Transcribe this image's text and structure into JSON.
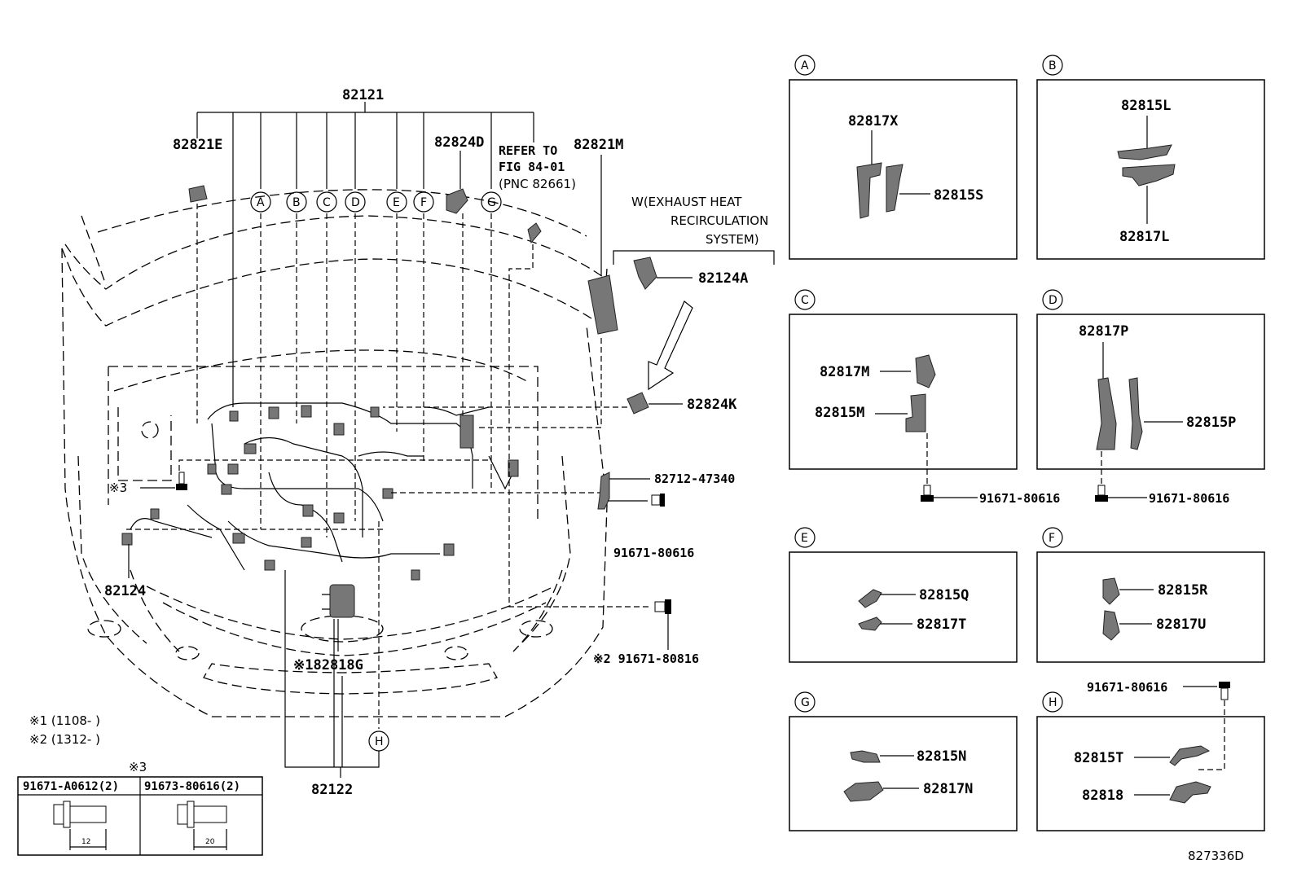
{
  "main": {
    "harness_82121": "82121",
    "harness_82122": "82122",
    "p_82821E": "82821E",
    "p_82824D": "82824D",
    "p_82821M": "82821M",
    "refer_line1": "REFER TO",
    "refer_line2": "FIG 84-01",
    "refer_line3": "(PNC 82661)",
    "w_line1": "W(EXHAUST HEAT",
    "w_line2": "RECIRCULATION",
    "w_line3": "SYSTEM)",
    "p_82124A": "82124A",
    "p_82824K": "82824K",
    "p_82712": "82712-47340",
    "p_91671_80616": "91671-80616",
    "p_91671_80816": "※2 91671-80816",
    "p_82124": "82124",
    "p_82818G": "※182818G",
    "mark3": "※3",
    "callouts": [
      "A",
      "B",
      "C",
      "D",
      "E",
      "F",
      "G",
      "H"
    ]
  },
  "notes": {
    "note1": "※1 (1108-      )",
    "note2": "※2 (1312-      )"
  },
  "bolt_table": {
    "title": "※3",
    "col1": "91671-A0612(2)",
    "col2": "91673-80616(2)",
    "dim1": "12",
    "dim2": "20"
  },
  "insets": {
    "A": {
      "label": "A",
      "p1": "82817X",
      "p2": "82815S"
    },
    "B": {
      "label": "B",
      "p1": "82815L",
      "p2": "82817L"
    },
    "C": {
      "label": "C",
      "p1": "82817M",
      "p2": "82815M",
      "bolt": "91671-80616"
    },
    "D": {
      "label": "D",
      "p1": "82817P",
      "p2": "82815P",
      "bolt": "91671-80616"
    },
    "E": {
      "label": "E",
      "p1": "82815Q",
      "p2": "82817T"
    },
    "F": {
      "label": "F",
      "p1": "82815R",
      "p2": "82817U"
    },
    "G": {
      "label": "G",
      "p1": "82815N",
      "p2": "82817N"
    },
    "H": {
      "label": "H",
      "p1": "82815T",
      "p2": "82818",
      "bolt": "91671-80616"
    }
  },
  "figure_id": "827336D"
}
